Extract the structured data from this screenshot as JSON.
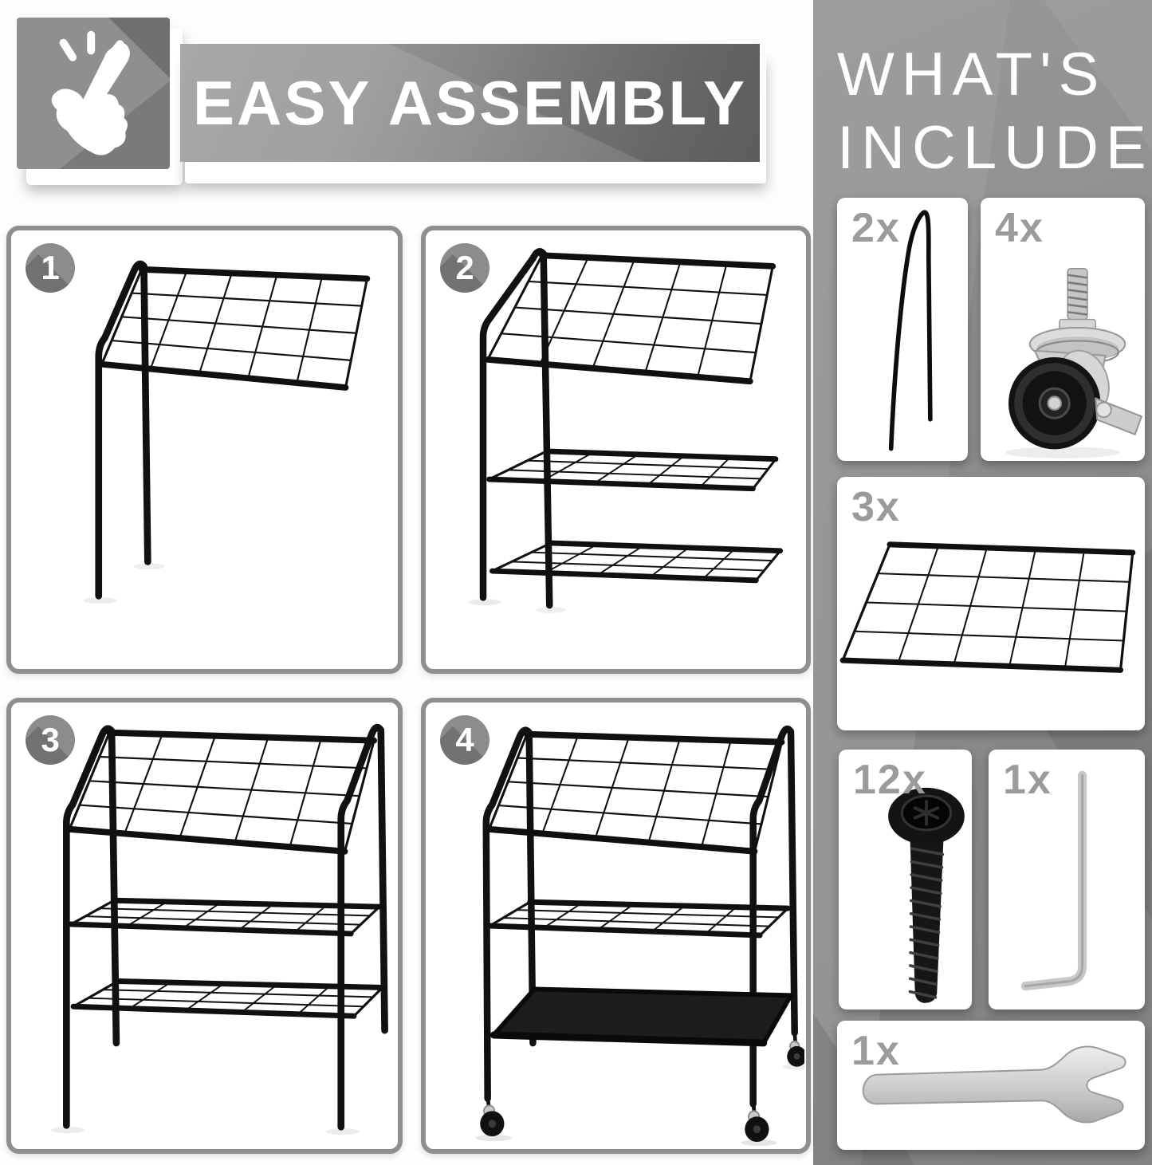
{
  "banner": {
    "title": "EASY ASSEMBLY",
    "icon": "snap-fingers-icon"
  },
  "included": {
    "title_line1": "WHAT'S",
    "title_line2": "INCLUDED",
    "items": [
      {
        "qty": "2x",
        "part": "side-frame"
      },
      {
        "qty": "4x",
        "part": "caster-wheel"
      },
      {
        "qty": "3x",
        "part": "wire-grid-shelf"
      },
      {
        "qty": "12x",
        "part": "screw"
      },
      {
        "qty": "1x",
        "part": "allen-key"
      },
      {
        "qty": "1x",
        "part": "open-end-wrench"
      }
    ]
  },
  "steps": [
    {
      "number": "1"
    },
    {
      "number": "2"
    },
    {
      "number": "3"
    },
    {
      "number": "4"
    }
  ],
  "colors": {
    "column_bg": "#8b8b8b",
    "banner_dark": "#5c5c5c",
    "banner_light": "#9c9c9c",
    "label_gray": "#9b9b9b",
    "panel_border": "#8f8f8f",
    "badge_gray": "#8c8c8c",
    "wire_black": "#111111"
  }
}
